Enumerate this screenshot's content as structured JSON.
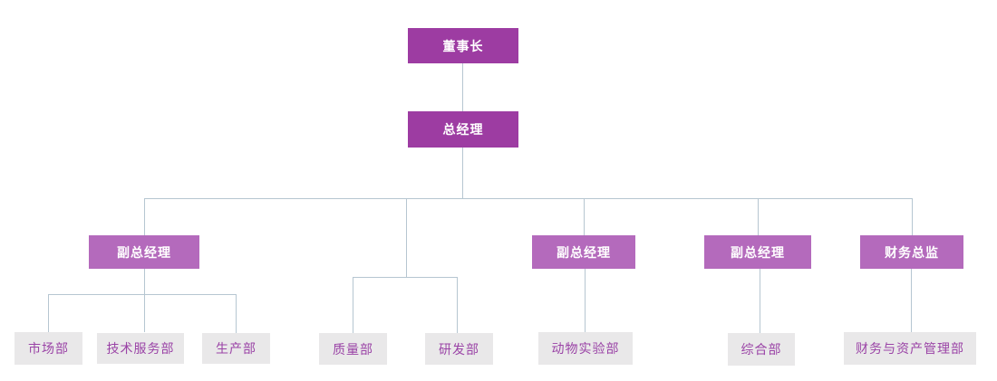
{
  "org_chart": {
    "title": "organization-chart",
    "nodes": {
      "chairman": "董事长",
      "general_manager": "总经理",
      "deputy_gm_1": "副总经理",
      "deputy_gm_2": "副总经理",
      "deputy_gm_3": "副总经理",
      "finance_director": "财务总监",
      "marketing": "市场部",
      "tech_service": "技术服务部",
      "production": "生产部",
      "quality": "质量部",
      "rd": "研发部",
      "animal_lab": "动物实验部",
      "general_affairs": "综合部",
      "finance_asset": "财务与资产管理部"
    },
    "colors": {
      "level12_bg": "#9d3ca2",
      "level3_bg": "#b46abc",
      "dept_bg": "#e9e8e9",
      "dept_text": "#9a43a6",
      "line_color": "#b6c6d1",
      "box_text": "#ffffff"
    }
  }
}
